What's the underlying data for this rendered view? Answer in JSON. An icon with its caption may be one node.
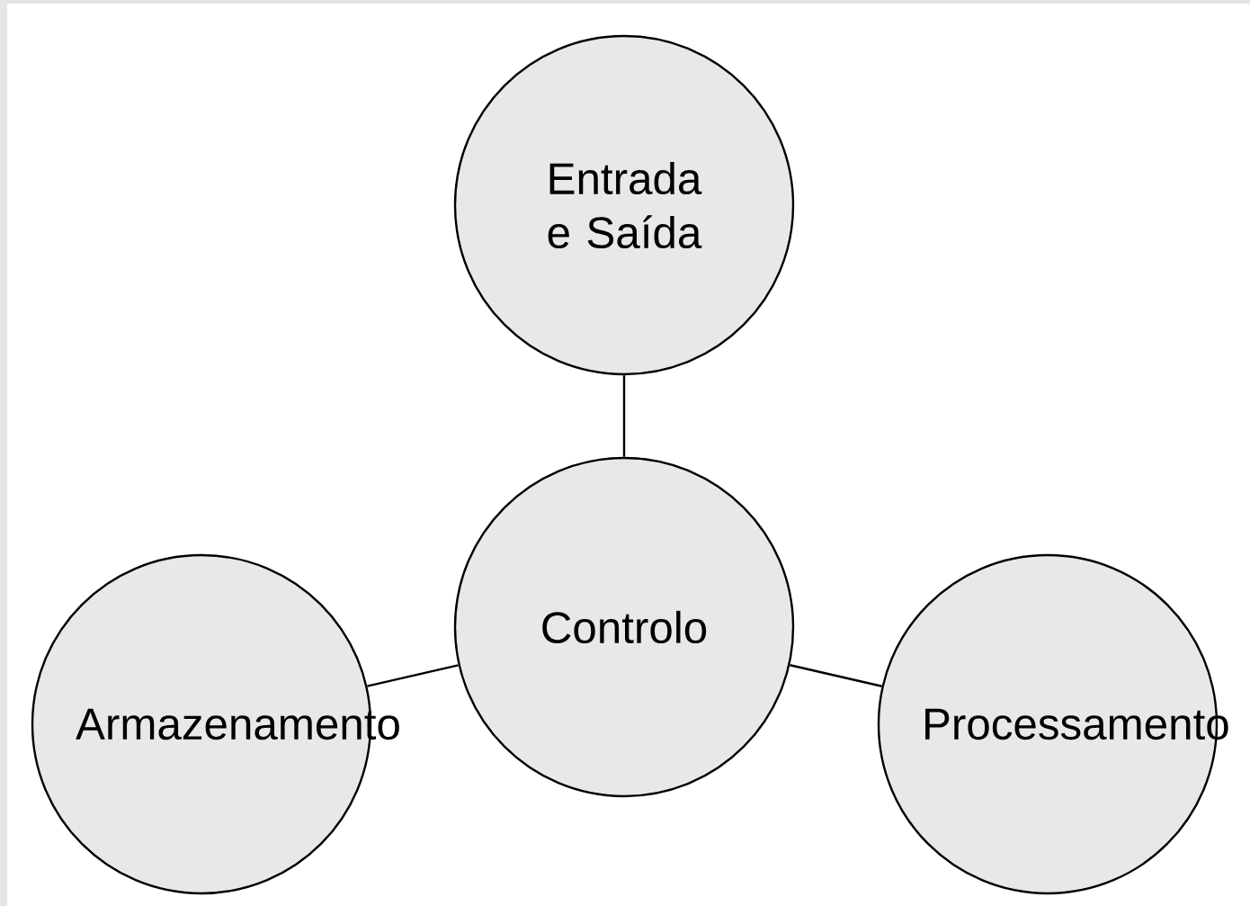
{
  "diagram": {
    "nodes": [
      {
        "text": [
          "Entrada e Saída"
        ]
      },
      {
        "text": [
          "Controlo"
        ]
      },
      {
        "text": [
          "Armazenamento"
        ]
      },
      {
        "text": [
          "Processamento"
        ]
      }
    ],
    "edges": [
      {
        "from": 1,
        "to": 0,
        "arrow": "none"
      },
      {
        "from": 1,
        "to": 2,
        "arrow": "none"
      },
      {
        "from": 1,
        "to": 3,
        "arrow": "none"
      }
    ]
  }
}
